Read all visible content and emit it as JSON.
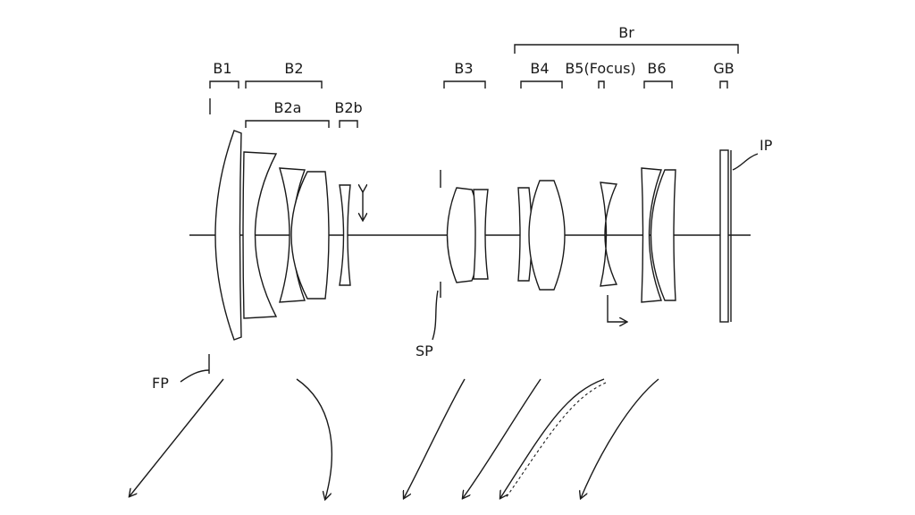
{
  "diagram": {
    "labels": {
      "br": "Br",
      "b1": "B1",
      "b2": "B2",
      "b2a": "B2a",
      "b2b": "B2b",
      "b3": "B3",
      "b4": "B4",
      "b5": "B5(Focus)",
      "b6": "B6",
      "gb": "GB",
      "ip": "IP",
      "sp": "SP",
      "fp": "FP"
    },
    "line_color": "#1a1a1a",
    "background": "#ffffff"
  }
}
